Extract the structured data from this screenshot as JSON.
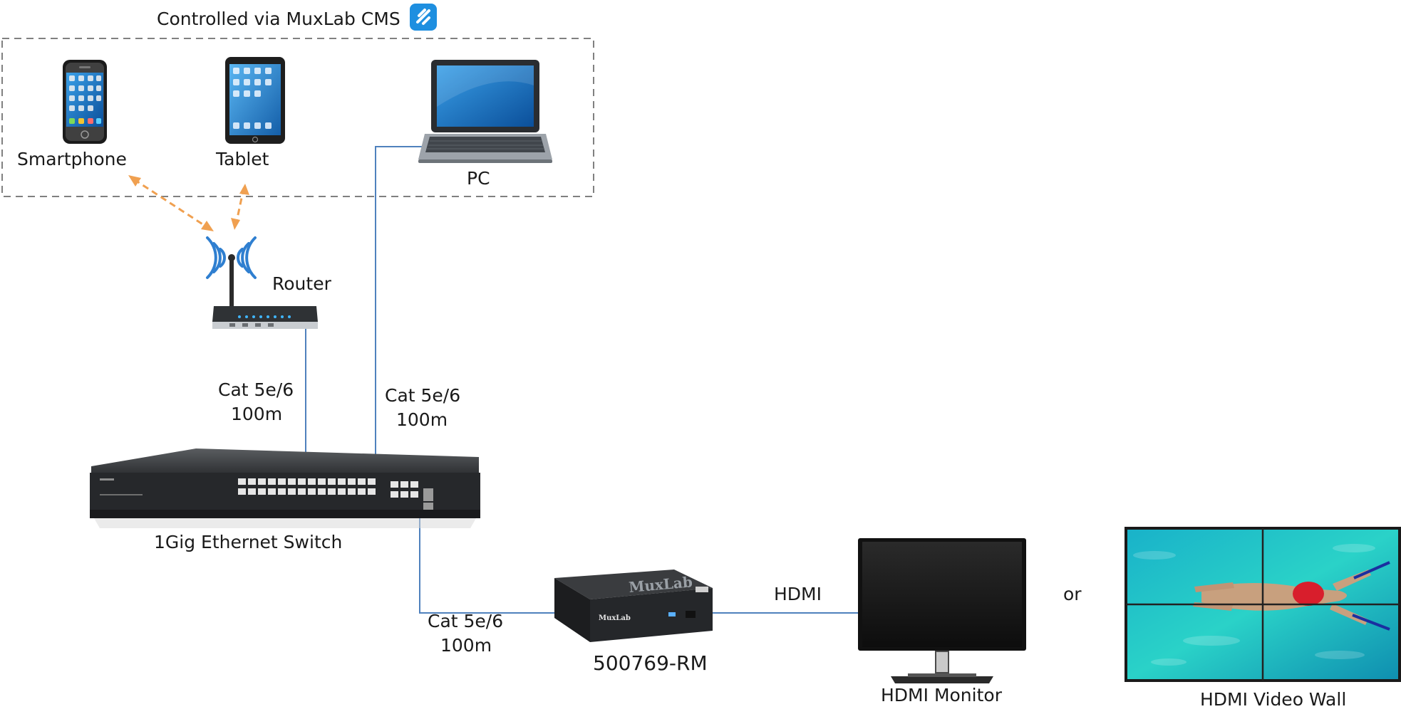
{
  "header": {
    "title": "Controlled via MuxLab CMS",
    "app_icon": "muxlab-cms-app-icon"
  },
  "devices": {
    "smartphone": {
      "label": "Smartphone",
      "icon": "smartphone-icon"
    },
    "tablet": {
      "label": "Tablet",
      "icon": "tablet-icon"
    },
    "pc": {
      "label": "PC",
      "icon": "laptop-icon"
    },
    "router": {
      "label": "Router",
      "icon": "wifi-router-icon"
    },
    "switch": {
      "label": "1Gig Ethernet Switch",
      "icon": "ethernet-switch-icon"
    },
    "receiver": {
      "label": "500769-RM",
      "icon": "muxlab-receiver-icon",
      "brand": "MuxLab"
    },
    "monitor": {
      "label": "HDMI Monitor",
      "icon": "monitor-icon"
    },
    "video_wall": {
      "label": "HDMI Video Wall",
      "icon": "video-wall-icon"
    }
  },
  "connections": {
    "router_switch": {
      "line1": "Cat 5e/6",
      "line2": "100m"
    },
    "pc_switch": {
      "line1": "Cat 5e/6",
      "line2": "100m"
    },
    "switch_receiver": {
      "line1": "Cat 5e/6",
      "line2": "100m"
    },
    "receiver_monitor": {
      "label": "HDMI"
    },
    "or_label": "or"
  },
  "colors": {
    "cable": "#4f81bd",
    "wireless": "#f0a050",
    "wifi_waves": "#2f7fd0",
    "dashed_border": "#808080",
    "cms_icon": "#1e8fe0"
  }
}
